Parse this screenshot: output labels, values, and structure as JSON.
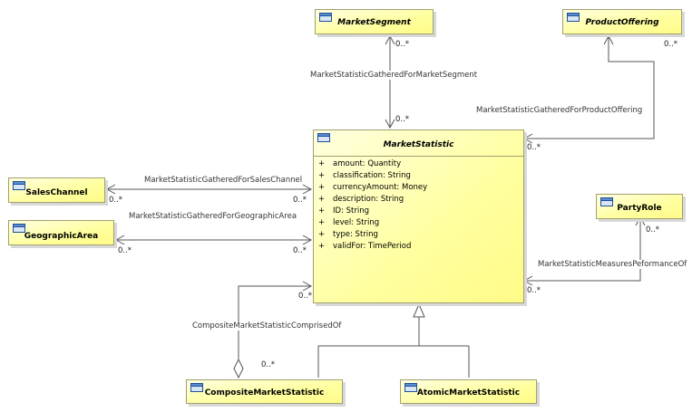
{
  "classes": {
    "market_segment": "MarketSegment",
    "product_offering": "ProductOffering",
    "market_statistic": "MarketStatistic",
    "sales_channel": "SalesChannel",
    "geographic_area": "GeographicArea",
    "party_role": "PartyRole",
    "composite_market_statistic": "CompositeMarketStatistic",
    "atomic_market_statistic": "AtomicMarketStatistic"
  },
  "market_statistic_attributes": [
    {
      "vis": "+",
      "text": "amount: Quantity"
    },
    {
      "vis": "+",
      "text": "classification: String"
    },
    {
      "vis": "+",
      "text": "currencyAmount: Money"
    },
    {
      "vis": "+",
      "text": "description: String"
    },
    {
      "vis": "+",
      "text": "ID: String"
    },
    {
      "vis": "+",
      "text": "level: String"
    },
    {
      "vis": "+",
      "text": "type: String"
    },
    {
      "vis": "+",
      "text": "validFor: TimePeriod"
    }
  ],
  "associations": {
    "market_segment": "MarketStatisticGatheredForMarketSegment",
    "product_offering": "MarketStatisticGatheredForProductOffering",
    "sales_channel": "MarketStatisticGatheredForSalesChannel",
    "geographic_area": "MarketStatisticGatheredForGeographicArea",
    "party_role": "MarketStatisticMeasuresPeformanceOf",
    "composite": "CompositeMarketStatisticComprisedOf"
  },
  "multiplicity": "0..*"
}
